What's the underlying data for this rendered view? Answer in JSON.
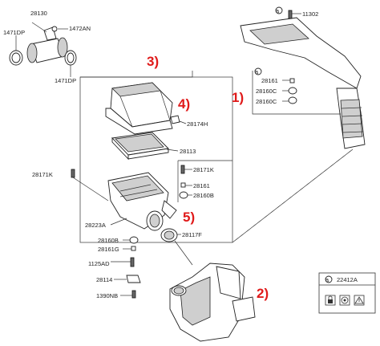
{
  "callouts": {
    "c1": "1)",
    "c2": "2)",
    "c3": "3)",
    "c4": "4)",
    "c5": "5)"
  },
  "labels": {
    "p28130": "28130",
    "p1472AN": "1472AN",
    "p1471DP_left": "1471DP",
    "p1471DP_right": "1471DP",
    "p11302": "11302",
    "p28161_top": "28161",
    "p28160C_a": "28160C",
    "p28160C_b": "28160C",
    "p28174H": "28174H",
    "p28113": "28113",
    "p28171K_left": "28171K",
    "p28171K_right": "28171K",
    "p28161_mid": "28161",
    "p28160B_right": "28160B",
    "p28223A": "28223A",
    "p28117F": "28117F",
    "p28160B_low": "28160B",
    "p28161G": "28161G",
    "p1125AD": "1125AD",
    "p28114": "28114",
    "p1390NB": "1390NB",
    "p22412A": "22412A"
  },
  "circle_letter": "a",
  "colors": {
    "callout": "#e01a1a",
    "line": "#333333"
  }
}
